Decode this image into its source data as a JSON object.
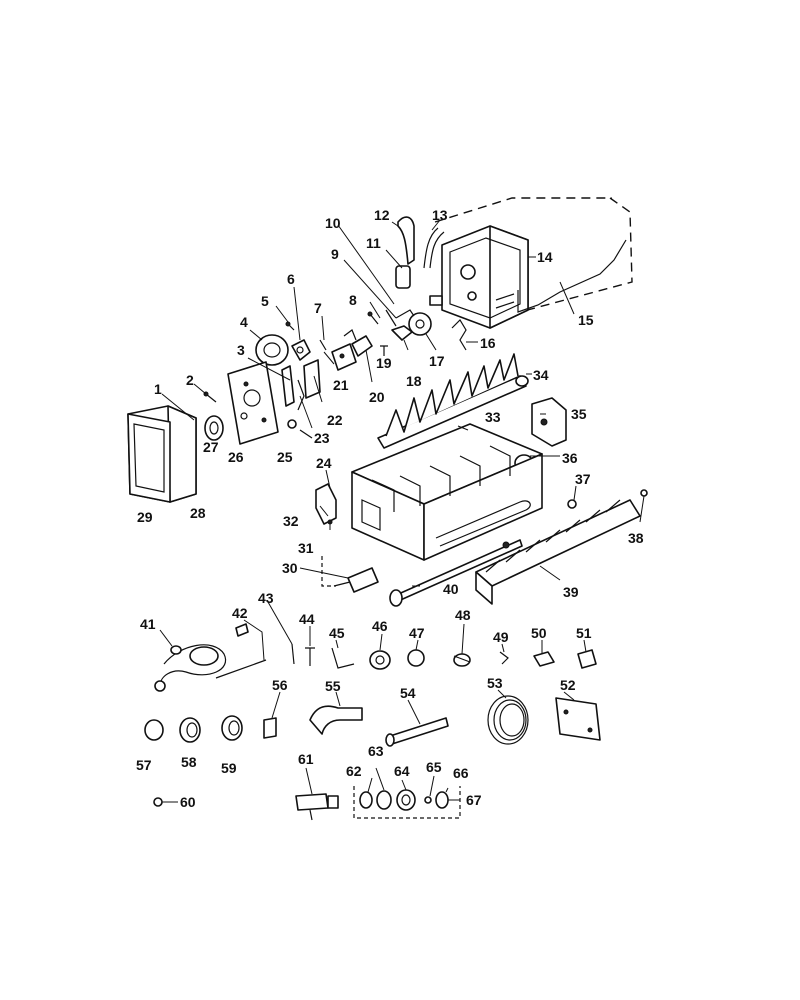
{
  "callouts": {
    "p1": "1",
    "p2": "2",
    "p3": "3",
    "p4": "4",
    "p5": "5",
    "p6": "6",
    "p7": "7",
    "p8": "8",
    "p9": "9",
    "p10": "10",
    "p11": "11",
    "p12": "12",
    "p13": "13",
    "p14": "14",
    "p15": "15",
    "p16": "16",
    "p17": "17",
    "p18": "18",
    "p19": "19",
    "p20": "20",
    "p21": "21",
    "p22": "22",
    "p23": "23",
    "p24": "24",
    "p25": "25",
    "p26": "26",
    "p27": "27",
    "p28": "28",
    "p29": "29",
    "p30": "30",
    "p31": "31",
    "p32": "32",
    "p33": "33",
    "p34": "34",
    "p35": "35",
    "p36": "36",
    "p37": "37",
    "p38": "38",
    "p39": "39",
    "p40": "40",
    "p41": "41",
    "p42": "42",
    "p43": "43",
    "p44": "44",
    "p45": "45",
    "p46": "46",
    "p47": "47",
    "p48": "48",
    "p49": "49",
    "p50": "50",
    "p51": "51",
    "p52": "52",
    "p53": "53",
    "p54": "54",
    "p55": "55",
    "p56": "56",
    "p57": "57",
    "p58": "58",
    "p59": "59",
    "p60": "60",
    "p61": "61",
    "p62": "62",
    "p63": "63",
    "p64": "64",
    "p65": "65",
    "p66": "66",
    "p67": "67"
  }
}
